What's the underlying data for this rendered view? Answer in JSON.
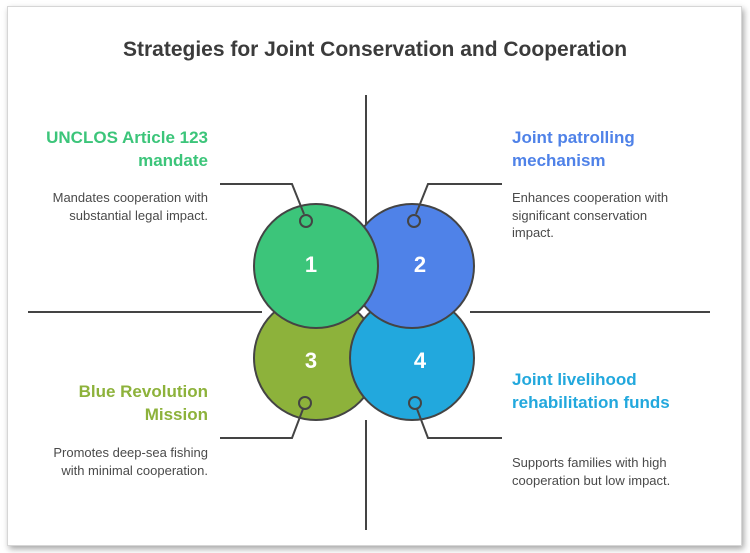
{
  "title": "Strategies for Joint Conservation and Cooperation",
  "colors": {
    "s1": "#3cc57a",
    "s2": "#4f82e8",
    "s3": "#8db23b",
    "s4": "#22a8dd",
    "line": "#444444"
  },
  "strategies": [
    {
      "number": "1",
      "heading": "UNCLOS Article 123 mandate",
      "description": "Mandates cooperation with substantial legal impact."
    },
    {
      "number": "2",
      "heading": "Joint patrolling mechanism",
      "description": "Enhances cooperation with significant conservation impact."
    },
    {
      "number": "3",
      "heading": "Blue Revolution Mission",
      "description": "Promotes deep-sea fishing with minimal cooperation."
    },
    {
      "number": "4",
      "heading": "Joint livelihood rehabilitation funds",
      "description": "Supports families with high cooperation but low impact."
    }
  ]
}
